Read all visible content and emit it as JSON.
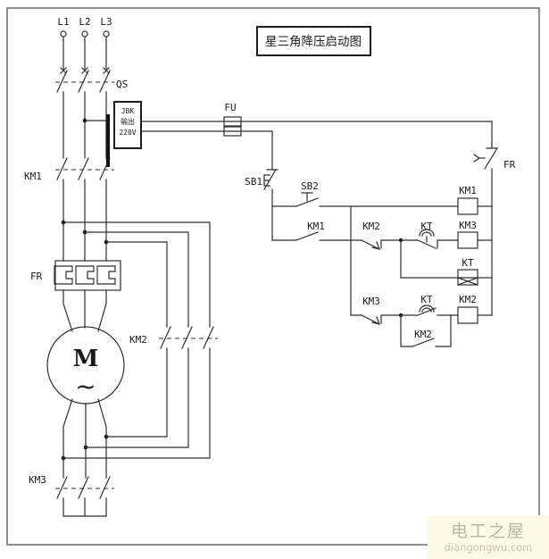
{
  "diagram": {
    "title": "星三角降压启动图",
    "power_circuit": {
      "phase_labels": [
        "L1",
        "L2",
        "L3"
      ],
      "isolator_switch": "QS",
      "main_contactor": "KM1",
      "thermal_relay_heater": "FR",
      "motor_letter": "M",
      "motor_wave": "~",
      "delta_contactor": "KM2",
      "star_contactor": "KM3"
    },
    "control_circuit": {
      "transformer": {
        "line1": "JBK",
        "line2": "输出",
        "line3": "220V"
      },
      "fuse": "FU",
      "stop_button": "SB1",
      "start_button": "SB2",
      "overload_contact": "FR",
      "km1_coil": "KM1",
      "km1_aux_contact": "KM1",
      "km2_nc_contact": "KM2",
      "kt_nc_contact": "KT",
      "km3_coil": "KM3",
      "kt_coil": "KT",
      "km3_nc_contact": "KM3",
      "kt_no_contact": "KT",
      "km2_coil": "KM2",
      "km2_aux_contact": "KM2"
    }
  },
  "watermark": {
    "site_name": "电工之屋",
    "site_url": "diangongwu.com"
  },
  "colors": {
    "line": "#2e2e2e",
    "frame": "#8f8f8f",
    "watermark_bg": "#fbfbe7",
    "watermark_text": "#b7b7a3"
  }
}
